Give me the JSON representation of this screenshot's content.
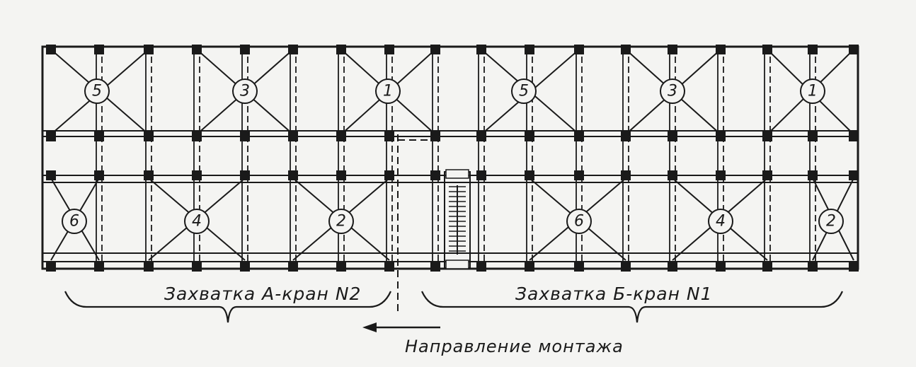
{
  "zones": [
    {
      "label": "Захватка А-кран N2"
    },
    {
      "label": "Захватка Б-кран N1"
    }
  ],
  "direction": {
    "label": "Направление монтажа"
  },
  "zone_a_top_numbers": [
    "5",
    "3",
    "1"
  ],
  "zone_a_bottom_numbers": [
    "6",
    "4",
    "2"
  ],
  "zone_b_top_numbers": [
    "5",
    "3",
    "1"
  ],
  "zone_b_bottom_numbers": [
    "6",
    "4",
    "2"
  ],
  "colors": {
    "ink": "#1a1a1a",
    "paper": "#f4f4f2"
  }
}
